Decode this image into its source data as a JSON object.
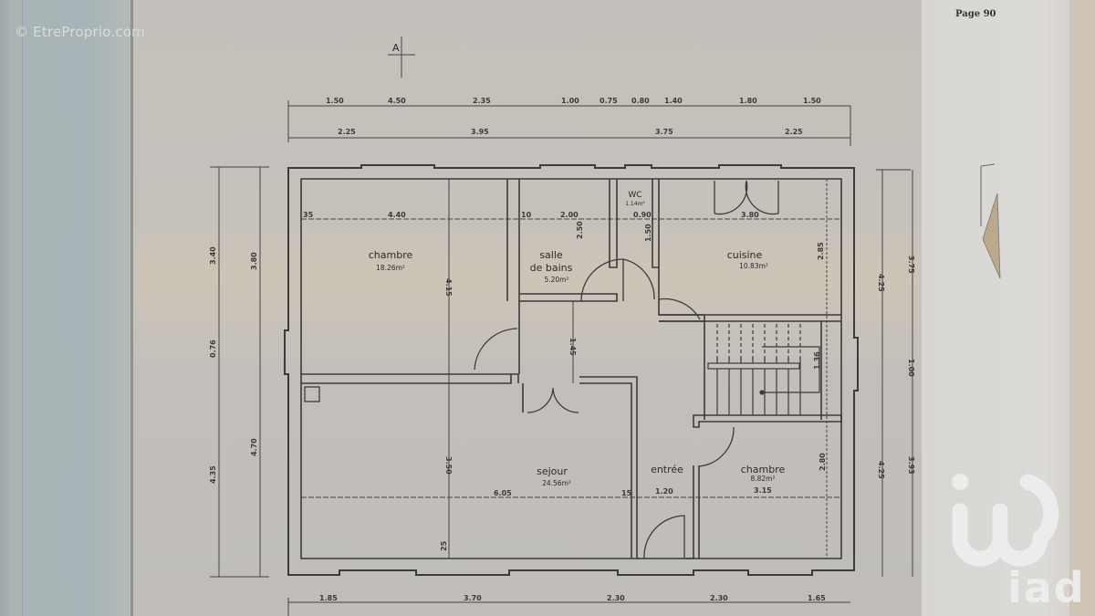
{
  "watermark": "© EtreProprio.com",
  "page_label": "Page 90",
  "section_marker": "A",
  "rooms": [
    {
      "name": "chambre",
      "area": "18.26m²"
    },
    {
      "name_line1": "salle",
      "name_line2": "de bains",
      "area": "5.20m²"
    },
    {
      "name": "WC",
      "area": "1.14m²"
    },
    {
      "name": "cuisine",
      "area": "10.83m²"
    },
    {
      "name": "sejour",
      "area": "24.56m²"
    },
    {
      "name": "entrée"
    },
    {
      "name": "chambre",
      "area": "8.82m²"
    }
  ],
  "dimensions": {
    "top_row1": [
      "1.50",
      "4.50",
      "2.35",
      "1.00",
      "0.75",
      "0.80",
      "1.40",
      "1.80",
      "1.50"
    ],
    "top_row2": [
      "2.25",
      "3.95",
      "3.75",
      "2.25"
    ],
    "left_outer": [
      "3.40",
      "0.76",
      "4.35"
    ],
    "left_inner": [
      "3.80",
      "4.70"
    ],
    "right_inner": [
      "4.25",
      "4.25"
    ],
    "right_outer": [
      "3.75",
      "1.00",
      "3.93"
    ],
    "bottom_row": [
      "1.85",
      "3.70",
      "2.30",
      "2.30",
      "1.65"
    ],
    "interior": {
      "chambre1_width": "4.40",
      "chambre1_depth": "4.15",
      "sdb_width": "2.00",
      "sdb_depth": "2.50",
      "wc_width": "0.90",
      "wc_depth": "1.50",
      "cuisine_width": "3.80",
      "cuisine_depth": "2.85",
      "hall_depth": "1.45",
      "sejour_width": "6.05",
      "sejour_depth": "3.50",
      "entree_width": "1.20",
      "chambre2_width": "3.15",
      "chambre2_depth": "2.80",
      "stair_depth": "1.36",
      "wall_35": "35",
      "wall_10": "10",
      "wall_15": "15",
      "wall_25": "25"
    }
  },
  "brand": {
    "text": "iad",
    "color": "#ececec"
  }
}
